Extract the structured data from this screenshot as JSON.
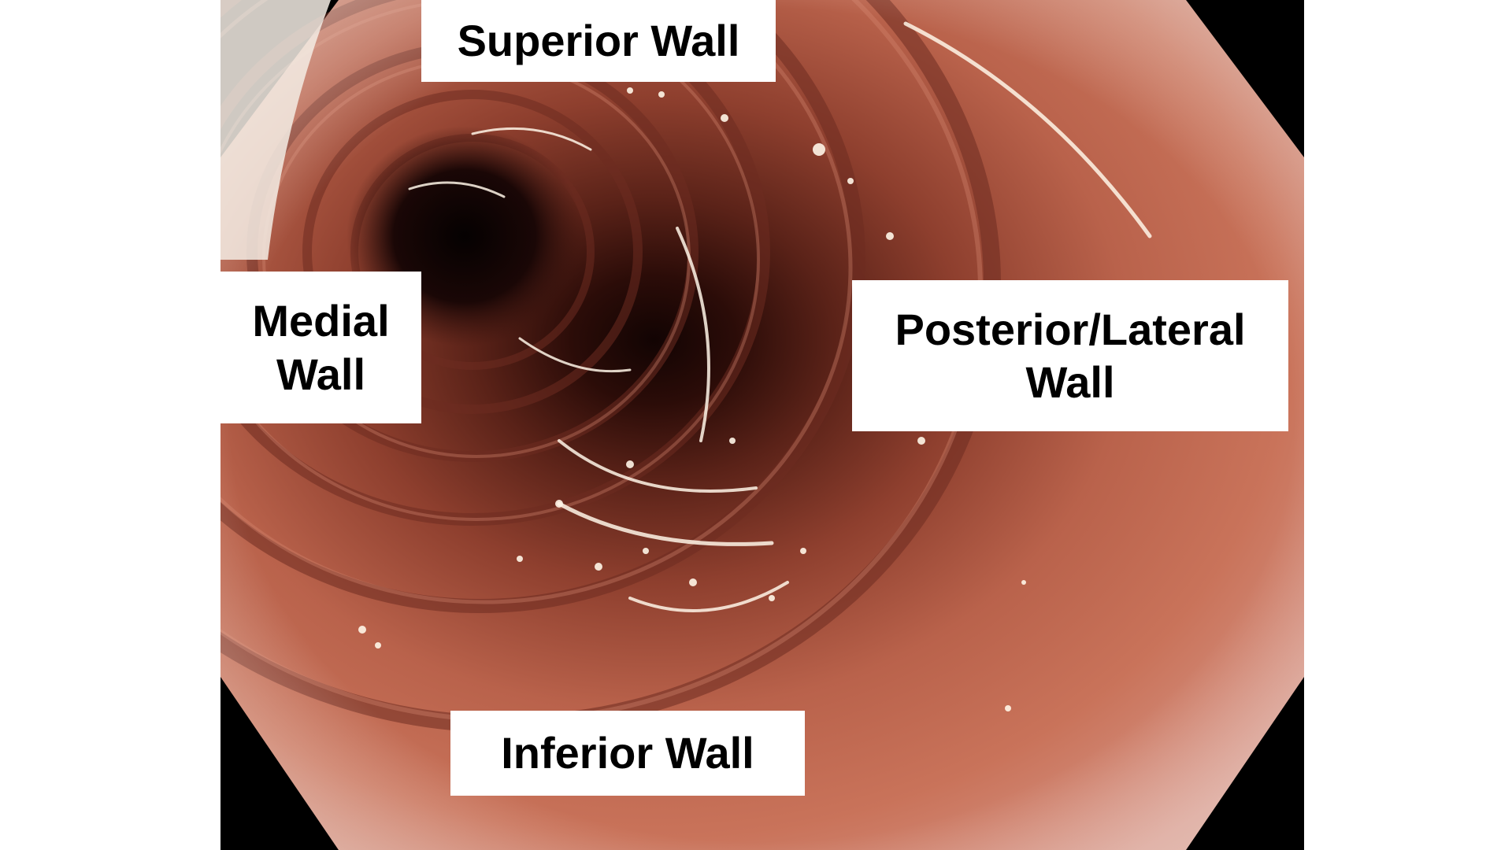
{
  "image": {
    "subject": "endoscopic view of intestinal lumen",
    "colors": {
      "background": "#ffffff",
      "mucosa": "#b5604a",
      "lumen_dark": "#1a0806",
      "vignette": "#000000",
      "label_bg": "#ffffff",
      "label_text": "#000000"
    }
  },
  "labels": {
    "superior": "Superior Wall",
    "medial_line1": "Medial",
    "medial_line2": "Wall",
    "posterior_line1": "Posterior/Lateral",
    "posterior_line2": "Wall",
    "inferior": "Inferior Wall"
  }
}
